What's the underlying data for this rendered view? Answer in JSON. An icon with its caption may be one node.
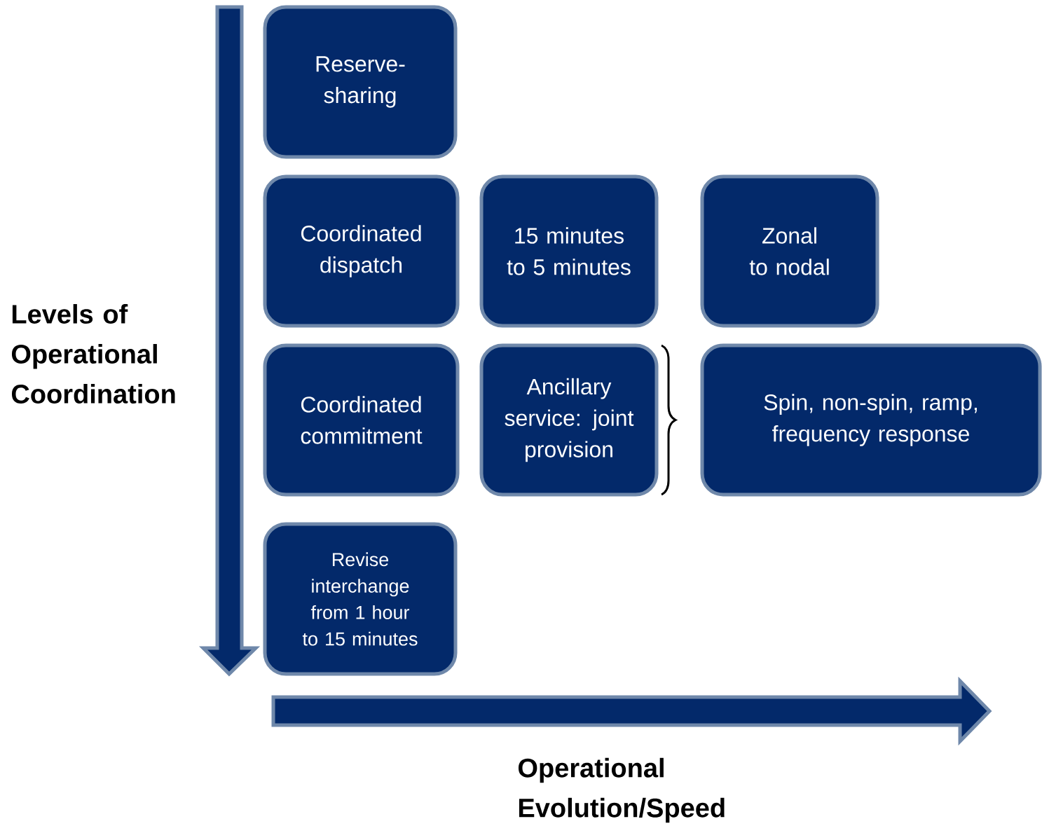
{
  "diagram": {
    "nodes": [
      {
        "text": [
          "Reserve-sharing"
        ]
      },
      {
        "text": [
          "Coordinated dispatch"
        ]
      },
      {
        "text": [
          "15 minutes to 5 minutes"
        ]
      },
      {
        "text": [
          "Zonal to nodal"
        ]
      },
      {
        "text": [
          "Coordinated commitment"
        ]
      },
      {
        "text": [
          "Ancillary service: joint provision"
        ]
      },
      {
        "text": [
          "Spin, non-spin, ramp, frequency response"
        ]
      },
      {
        "text": [
          "Revise interchange from 1 hour to 15 minutes"
        ]
      }
    ],
    "labels": [
      "Levels of Operational Coordination",
      "Operational Evolution/Speed"
    ]
  }
}
